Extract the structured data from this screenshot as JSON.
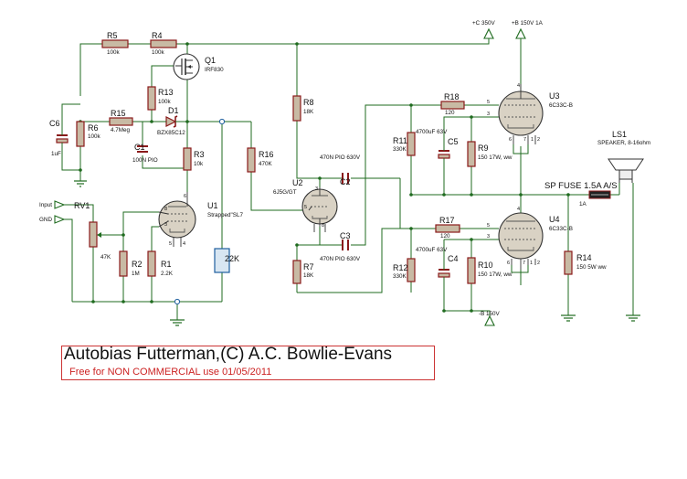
{
  "schematic": {
    "components": {
      "R5": {
        "ref": "R5",
        "value": "100k"
      },
      "R4": {
        "ref": "R4",
        "value": "100k"
      },
      "Q1": {
        "ref": "Q1",
        "value": "IRF830"
      },
      "R13": {
        "ref": "R13",
        "value": "100k"
      },
      "D1": {
        "ref": "D1",
        "value": "BZX85C12"
      },
      "R15": {
        "ref": "R15",
        "value": "4.7Meg"
      },
      "C6": {
        "ref": "C6",
        "value": "1uF"
      },
      "R6": {
        "ref": "R6",
        "value": "100k"
      },
      "C1": {
        "ref": "C1",
        "value": "100N PIO"
      },
      "R3": {
        "ref": "R3",
        "value": "10k"
      },
      "R8": {
        "ref": "R8",
        "value": "18K"
      },
      "R16": {
        "ref": "R16",
        "value": "470K"
      },
      "U1": {
        "ref": "U1",
        "value": "Strapped\"SL7"
      },
      "RV1": {
        "ref": "RV1",
        "value": "47K"
      },
      "R2": {
        "ref": "R2",
        "value": "1M"
      },
      "R1": {
        "ref": "R1",
        "value": "2.2K"
      },
      "R22": {
        "value": "22K"
      },
      "U2": {
        "ref": "U2",
        "value": "6J5G/GT"
      },
      "C2": {
        "ref": "C2",
        "value": "470N PIO 630V"
      },
      "C3": {
        "ref": "C3",
        "value": "470N PIO 630V"
      },
      "R7": {
        "ref": "R7",
        "value": "18K"
      },
      "R11": {
        "ref": "R11",
        "value": "330K"
      },
      "C5": {
        "ref": "C5",
        "value": "4700uF 63V"
      },
      "R18": {
        "ref": "R18",
        "value": "120"
      },
      "R9": {
        "ref": "R9",
        "value": "150 17W, ww"
      },
      "U3": {
        "ref": "U3",
        "value": "6C33C-B"
      },
      "R12": {
        "ref": "R12",
        "value": "330K"
      },
      "C4": {
        "ref": "C4",
        "value": "4700uF 63V"
      },
      "R17": {
        "ref": "R17",
        "value": "120"
      },
      "R10": {
        "ref": "R10",
        "value": "150 17W, ww"
      },
      "U4": {
        "ref": "U4",
        "value": "6C33C-B"
      },
      "LS1": {
        "ref": "LS1",
        "value": "SPEAKER, 8-16ohm"
      },
      "FUSE": {
        "ref": "SP FUSE 1.5A A/S",
        "value": "1A"
      },
      "R14": {
        "ref": "R14",
        "value": "150 5W ww"
      }
    },
    "rails": {
      "plus_c": "+C 350V",
      "plus_b": "+B 150V 1A",
      "minus_b": "-B 150V"
    },
    "terminals": {
      "input": "Input",
      "gnd": "GND"
    },
    "pins": {
      "u1": [
        "6",
        "8",
        "3",
        "5",
        "4"
      ],
      "u2": [
        "3",
        "5",
        "8"
      ],
      "u3": [
        "4",
        "5",
        "3",
        "6",
        "7",
        "1",
        "2"
      ],
      "u4": [
        "4",
        "5",
        "3",
        "6",
        "7",
        "1",
        "2"
      ]
    }
  },
  "title_block": {
    "title": "Autobias Futterman,(C) A.C. Bowlie-Evans",
    "subtitle": "Free for NON COMMERCIAL use 01/05/2011"
  },
  "colors": {
    "wire": "#1f6b1f",
    "part_outline": "#8a1a1a",
    "part_fill": "#c8baa4",
    "title_border": "#cc3333",
    "subtitle": "#cc2222"
  }
}
